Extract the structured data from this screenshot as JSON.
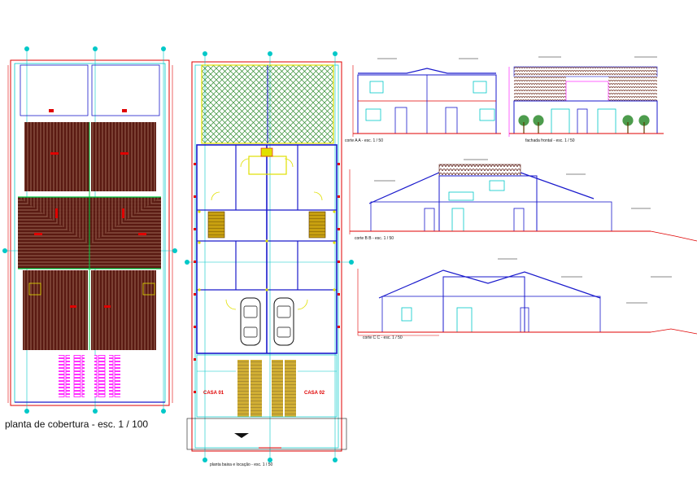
{
  "labels": {
    "roof_plan": "planta de cobertura -   esc.  1  /  100",
    "ground_plan": "planta baixa e locação -  esc.  1  /  50",
    "section_aa": "corte A A  -  esc.  1  /  50",
    "facade": "fachada frontal  -  esc.  1  /  50",
    "section_bb": "corte B B  -  esc.  1  /  50",
    "section_cc": "corte C C  -  esc.  1  /  50",
    "house_1": "CASA 01",
    "house_2": "CASA 02"
  },
  "colors": {
    "background": "#ffffff",
    "roof_tile": "#5a1a12",
    "roof_line": "#c89a80",
    "wall": "#1a1acc",
    "column": "#00c8c8",
    "dimension": "#e00000",
    "marker": "#00c8c8",
    "grid_axis": "#ff00ff",
    "hatch": "#2e8b2e",
    "annotation": "#e0e000",
    "parking": "#ff00ff"
  }
}
